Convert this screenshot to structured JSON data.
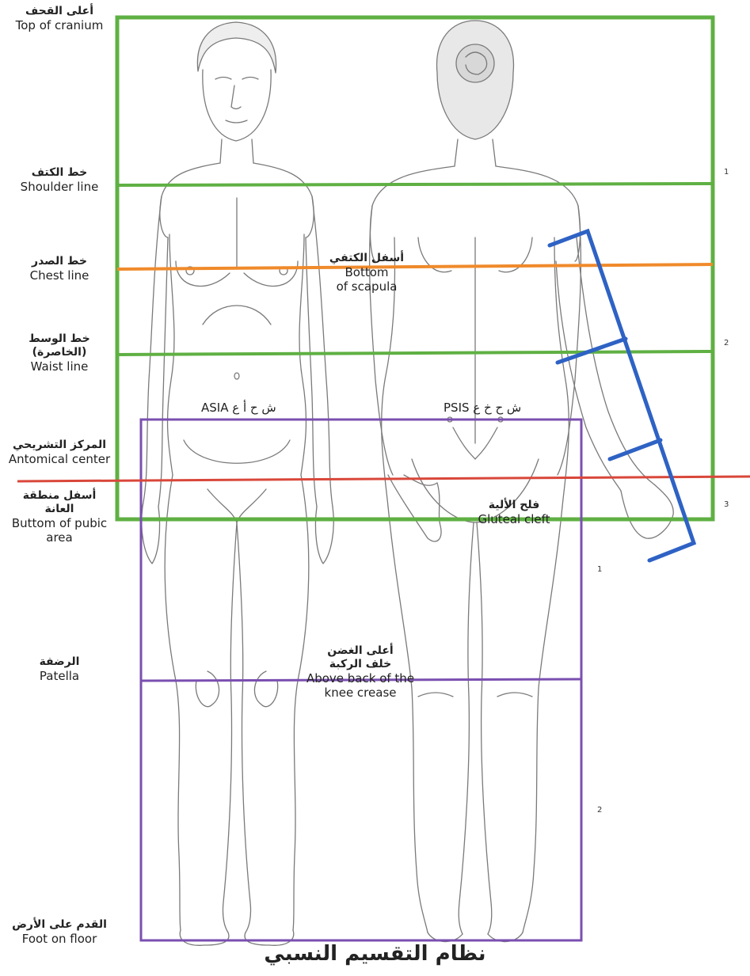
{
  "title": "نظام التقسيم النسبي",
  "colors": {
    "green": "#5fb043",
    "purple": "#7a4fb0",
    "orange": "#f08a2b",
    "red": "#d9473a",
    "blue": "#2e62c4",
    "sketch": "#7a7a7a"
  },
  "labels": {
    "top_cranium": {
      "ar": "أعلى القحف",
      "en": "Top of cranium"
    },
    "shoulder_line": {
      "ar": "خط الكتف",
      "en": "Shoulder line"
    },
    "chest_line": {
      "ar": "خط الصدر",
      "en": "Chest line"
    },
    "waist_line": {
      "ar1": "خط الوسط",
      "ar2": "(الخاصرة)",
      "en": "Waist line"
    },
    "anatomical_center": {
      "ar": "المركز التشريحي",
      "en": "Antomical center"
    },
    "pubic_area": {
      "ar1": "أسفل منطقة",
      "ar2": "العانة",
      "en1": "Buttom of pubic",
      "en2": "area"
    },
    "patella": {
      "ar": "الرضفة",
      "en": "Patella"
    },
    "foot_on_floor": {
      "ar": "القدم على الأرض",
      "en": "Foot on floor"
    },
    "bottom_scapula": {
      "ar": "أسفل الكتفي",
      "en1": "Bottom",
      "en2": "of scapula"
    },
    "asia": {
      "text": "ش ح أ ع ASIA"
    },
    "psis": {
      "text": "ش ح خ ع PSIS"
    },
    "gluteal_cleft": {
      "ar": "فلح الألية",
      "en": "Gluteal cleft"
    },
    "knee_crease": {
      "ar1": "أعلى الغضن",
      "ar2": "خلف الركبة",
      "en1": "Above back of the",
      "en2": "knee crease"
    }
  },
  "ticks": {
    "upper": [
      "1",
      "2",
      "3"
    ],
    "lower": [
      "1",
      "2"
    ]
  }
}
